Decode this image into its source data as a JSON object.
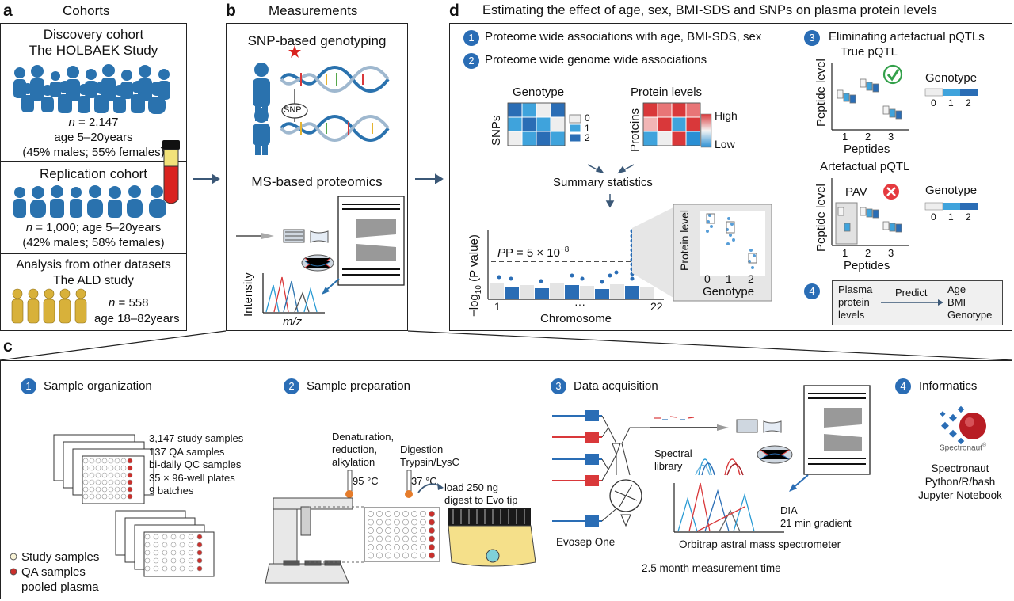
{
  "panels": {
    "a": {
      "letter": "a",
      "title": "Cohorts",
      "discovery": {
        "line1": "Discovery cohort",
        "line2": "The HOLBAEK Study",
        "n_label": "n",
        "n_value": " = 2,147",
        "age": "age 5–20years",
        "sex": "(45% males; 55% females)"
      },
      "replication": {
        "line1": "Replication cohort",
        "n_label": "n",
        "n_value": " = 1,000; age 5–20years",
        "sex": "(42% males; 58% females)"
      },
      "other": {
        "line1": "Analysis from other datasets",
        "line2": "The ALD study",
        "n_label": "n",
        "n_value": " = 558",
        "age": "age 18–82years"
      }
    },
    "b": {
      "letter": "b",
      "title": "Measurements",
      "snp_title": "SNP-based genotyping",
      "snp_tag": "SNP",
      "ms_title": "MS-based proteomics",
      "y_axis": "Intensity",
      "x_axis": "m/z"
    },
    "d": {
      "letter": "d",
      "title": "Estimating the effect of age, sex, BMI-SDS and SNPs on plasma protein levels",
      "step1_num": "1",
      "step1": "Proteome wide associations with age, BMI-SDS, sex",
      "step2_num": "2",
      "step2": "Proteome wide genome wide associations",
      "step3_num": "3",
      "step3": "Eliminating artefactual pQTLs",
      "step4_num": "4",
      "genotype_title": "Genotype",
      "snps_label": "SNPs",
      "geno_legend": [
        "0",
        "1",
        "2"
      ],
      "protein_title": "Protein levels",
      "proteins_label": "Proteins",
      "high": "High",
      "low": "Low",
      "summary": "Summary statistics",
      "threshold": "P = 5 × 10",
      "threshold_exp": "−8",
      "y_axis": "−log",
      "y_axis_sub": "10",
      "y_axis_rest": " (P value)",
      "x_axis": "Chromosome",
      "x_start": "1",
      "x_dots": "···",
      "x_end": "22",
      "inset_y": "Protein level",
      "inset_x": "Genotype",
      "inset_ticks": [
        "0",
        "1",
        "2"
      ],
      "true_pqtl": "True pQTL",
      "artefact_pqtl": "Artefactual pQTL",
      "pav": "PAV",
      "peptide_level": "Peptide level",
      "peptides": "Peptides",
      "peptide_ticks": [
        "1",
        "2",
        "3"
      ],
      "genotype": "Genotype",
      "genotype_ticks": [
        "0",
        "1",
        "2"
      ],
      "predict_in": [
        "Plasma",
        "protein",
        "levels"
      ],
      "predict": "Predict",
      "predict_out": [
        "Age",
        "BMI",
        "Genotype"
      ]
    },
    "c": {
      "letter": "c",
      "s1_num": "1",
      "s1": "Sample organization",
      "samples": [
        "3,147 study samples",
        "137 QA samples",
        "bi-daily QC samples",
        "35 × 96-well plates",
        "9 batches"
      ],
      "legend_study": "Study samples",
      "legend_qa": "QA samples",
      "legend_pool": "pooled plasma",
      "s2_num": "2",
      "s2": "Sample preparation",
      "denat": [
        "Denaturation,",
        "reduction,",
        "alkylation"
      ],
      "temp1": "95 °C",
      "digestion": [
        "Digestion",
        "Trypsin/LysC"
      ],
      "temp2": "37 °C",
      "load": [
        "load 250 ng",
        "digest to Evo tip"
      ],
      "s3_num": "3",
      "s3": "Data acquisition",
      "evosep": "Evosep One",
      "spectral": [
        "Spectral",
        "library"
      ],
      "dia": [
        "DIA",
        "21 min gradient"
      ],
      "orbitrap": "Orbitrap astral mass spectrometer",
      "time": "2.5 month measurement time",
      "s4_num": "4",
      "s4": "Informatics",
      "logo_text": "Spectronaut",
      "logo_mark": "®",
      "tools": [
        "Spectronaut",
        "Python/R/bash",
        "Jupyter Notebook"
      ]
    }
  },
  "colors": {
    "blue": "#2a6db5",
    "lightblue": "#3fa3dc",
    "red": "#d9383a",
    "gold": "#d4b23a",
    "gray": "#dcdcdc"
  }
}
